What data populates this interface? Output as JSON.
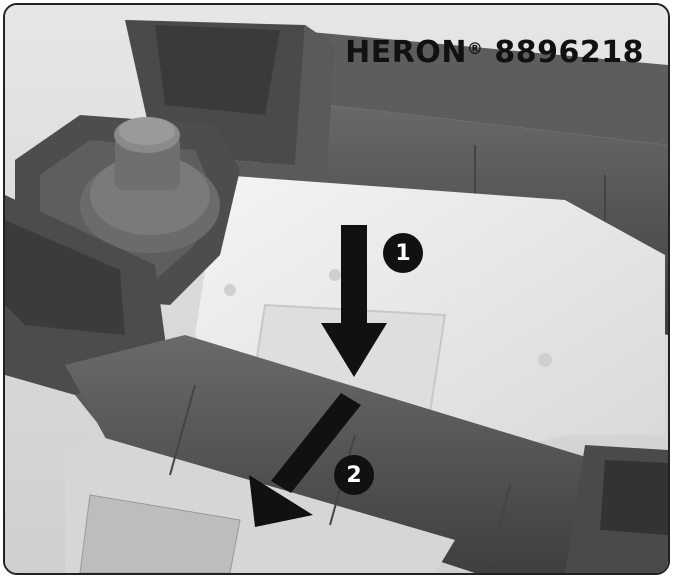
{
  "title": {
    "brand": "HERON",
    "registered_mark": "®",
    "model_number": "8896218"
  },
  "steps": [
    {
      "number": "1"
    },
    {
      "number": "2"
    }
  ],
  "colors": {
    "housing_dark": "#555555",
    "housing_light": "#e8e8e8",
    "arrow": "#111111",
    "frame_border": "#222222"
  },
  "icons": [
    "arrow-down-icon",
    "arrow-down-left-icon",
    "fuel-cap-icon"
  ]
}
